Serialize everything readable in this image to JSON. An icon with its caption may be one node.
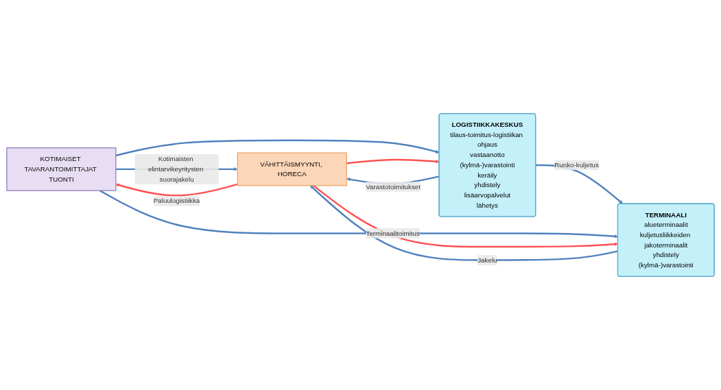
{
  "diagram": {
    "nodes": [
      {
        "text": [
          "KOTIMAISET TAVARANTOIMITTAJAT TUONTI"
        ]
      },
      {
        "text": [
          "LOGISTIIKKAKESKUS",
          "tilaus-toimitus-logistiikan ohjaus",
          "vastaanotto",
          "(kylmä-)varastointi",
          "keräily",
          "yhdistely",
          "lisäarvopalvelut",
          "lähetys"
        ]
      },
      {
        "text": [
          "TERMINAALI",
          "alueterminaalit",
          "kuljetusliikkeiden jakoterminaalit",
          "yhdistely",
          "(kylmä-)varastointi"
        ]
      },
      {
        "text": [
          "VÄHITTÄISMYYNTI, HORECA"
        ]
      }
    ],
    "edges": [
      {
        "from": 0,
        "to": 3,
        "arrow": "to",
        "label": "Kotimaisten elintarvikeyritysten suorajakelu"
      },
      {
        "from": 0,
        "to": 1,
        "arrow": "to"
      },
      {
        "from": 1,
        "to": 3,
        "arrow": "to",
        "label": "Varastotoimitukset"
      },
      {
        "from": 1,
        "to": 2,
        "arrow": "to",
        "label": "Runko-kuljetus"
      },
      {
        "from": 0,
        "to": 2,
        "arrow": "to",
        "label": "Terminaalitoimitus"
      },
      {
        "from": 2,
        "to": 3,
        "arrow": "to",
        "label": "Jakelu"
      },
      {
        "from": 3,
        "to": 0,
        "arrow": "to",
        "label": "Paluulogistiikka",
        "color": "#ff5050"
      },
      {
        "from": 3,
        "to": 1,
        "arrow": "to",
        "color": "#ff5050"
      },
      {
        "from": 3,
        "to": 2,
        "arrow": "to",
        "color": "#ff5050"
      }
    ]
  }
}
